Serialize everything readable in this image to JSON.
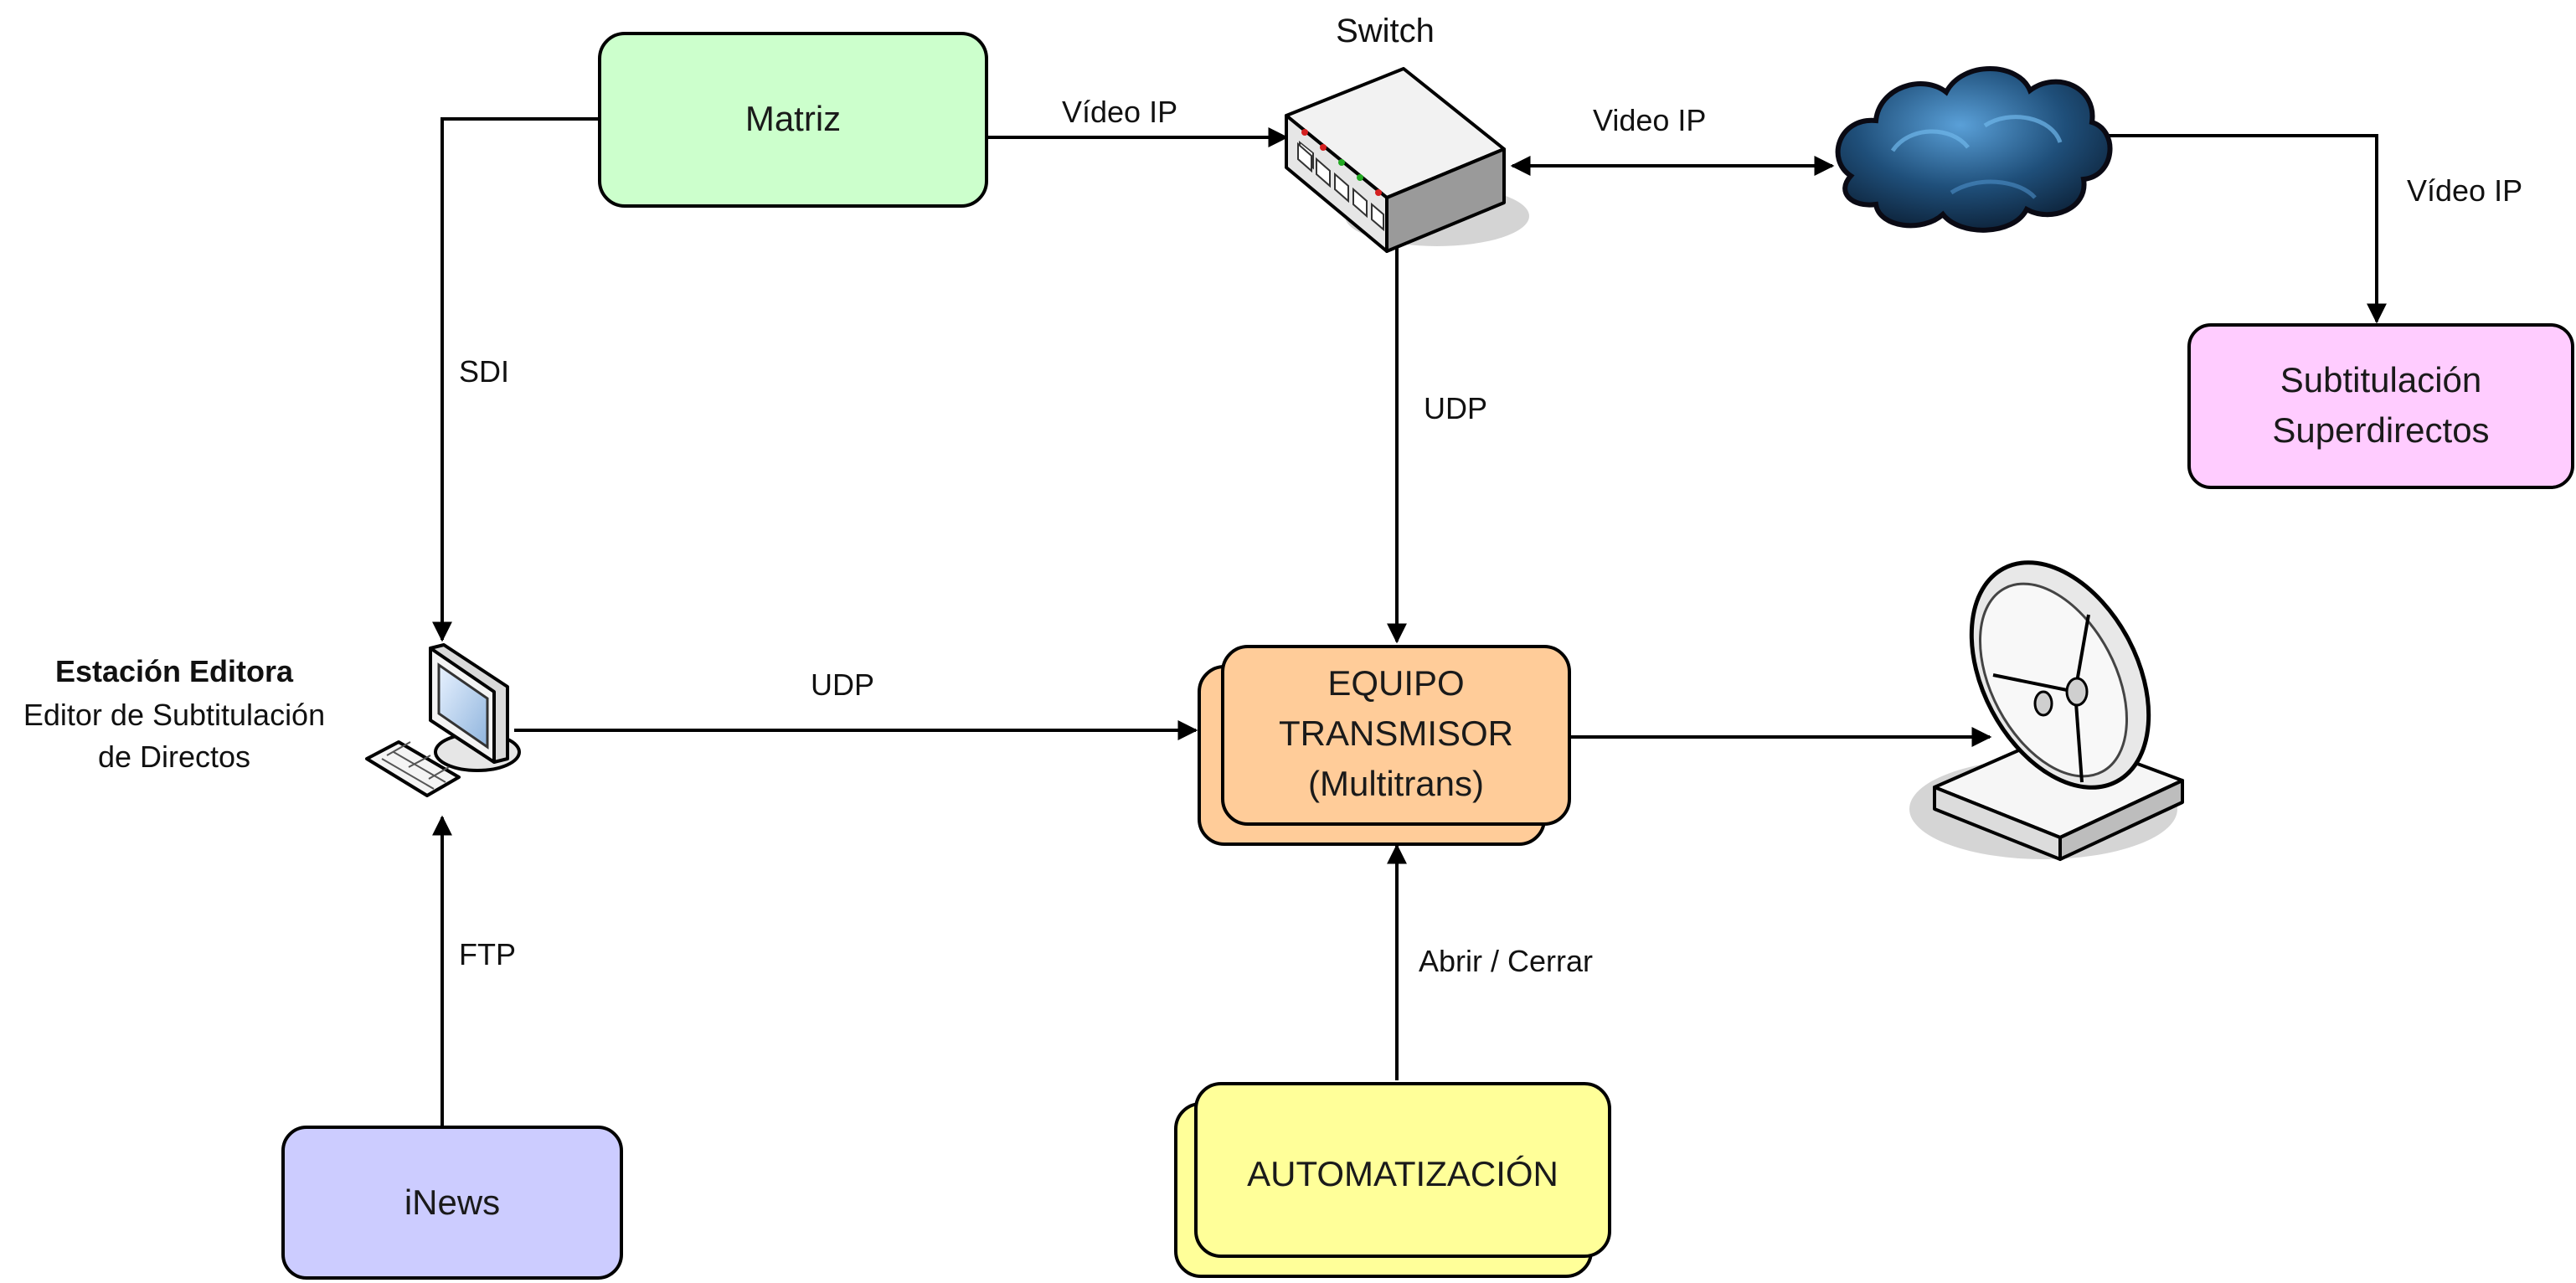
{
  "nodes": {
    "matriz": {
      "label": "Matriz",
      "fill": "#ccffcc"
    },
    "switch": {
      "label": "Switch"
    },
    "subtitulacion": {
      "line1": "Subtitulación",
      "line2": "Superdirectos",
      "fill": "#ffccff"
    },
    "estacion": {
      "line1": "Estación Editora",
      "line2": "Editor de Subtitulación",
      "line3": "de Directos"
    },
    "equipo": {
      "line1": "EQUIPO",
      "line2": "TRANSMISOR",
      "line3": "(Multitrans)",
      "fill": "#ffcc99"
    },
    "inews": {
      "label": "iNews",
      "fill": "#ccccff"
    },
    "automatizacion": {
      "label": "AUTOMATIZACIÓN",
      "fill": "#ffff99"
    }
  },
  "edges": {
    "matriz_switch": "Vídeo IP",
    "switch_cloud": "Video IP",
    "cloud_subtitulacion": "Vídeo IP",
    "matriz_estacion": "SDI",
    "switch_equipo": "UDP",
    "estacion_equipo": "UDP",
    "inews_estacion": "FTP",
    "automatizacion_equipo": "Abrir / Cerrar"
  }
}
